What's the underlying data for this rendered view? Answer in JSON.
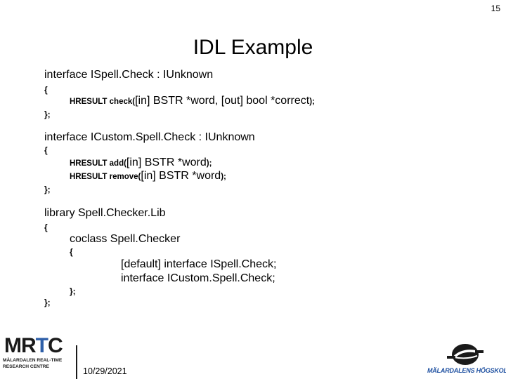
{
  "page_number": "15",
  "title": "IDL Example",
  "block1": {
    "header": "interface ISpell.Check : IUnknown",
    "open": "{",
    "line_prefix": "HRESULT check(",
    "line_args": "[in] BSTR *word, [out] bool *correct",
    "line_suffix": ");",
    "close": "};"
  },
  "block2": {
    "header": "interface ICustom.Spell.Check : IUnknown",
    "open": "{",
    "add_prefix": "HRESULT add(",
    "add_args": "[in] BSTR *word",
    "add_suffix": ");",
    "remove_prefix": "HRESULT remove(",
    "remove_args": "[in] BSTR *word",
    "remove_suffix": ");",
    "close": "};"
  },
  "block3": {
    "header": "library Spell.Checker.Lib",
    "open": "{",
    "coclass": "coclass Spell.Checker",
    "inner_open": "{",
    "default_iface": "[default] interface ISpell.Check;",
    "iface": "interface ICustom.Spell.Check;",
    "inner_close": "};",
    "close": "};"
  },
  "footer": {
    "date": "10/29/2021",
    "mrtc_logo": {
      "letters_main": "MR",
      "letters_accent": "T",
      "letters_end": "C",
      "line1": "MÄLARDALEN REAL-TIME",
      "line2": "RESEARCH CENTRE",
      "accent_color": "#2e5fa8"
    },
    "mdh_logo": {
      "text": "MÄLARDALENS HÖGSKOLA",
      "color": "#1d4fa0"
    }
  }
}
